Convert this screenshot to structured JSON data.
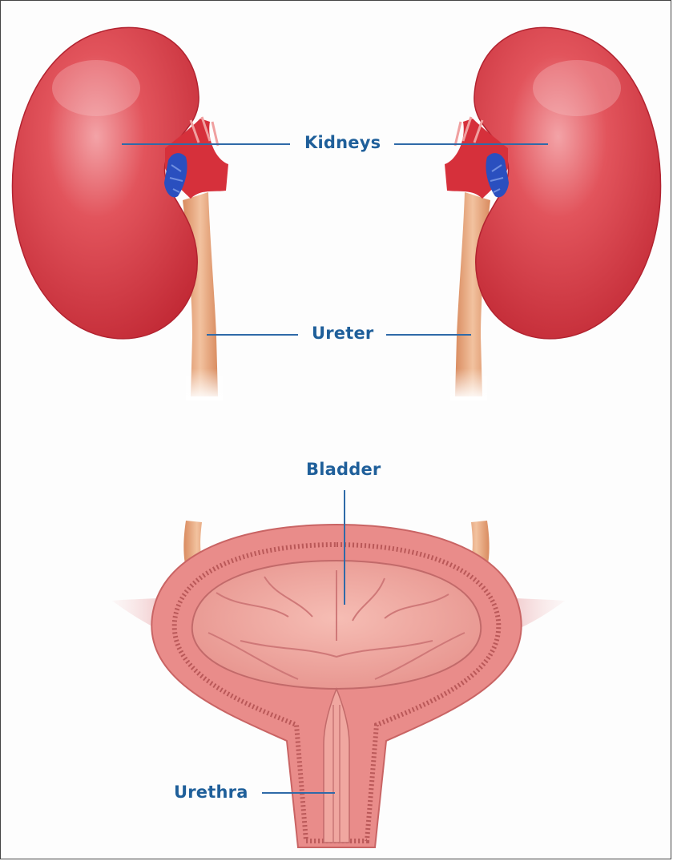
{
  "labels": {
    "kidneys": "Kidneys",
    "ureter": "Ureter",
    "bladder": "Bladder",
    "urethra": "Urethra"
  },
  "colors": {
    "label_text": "#1f5f9a",
    "leader_line": "#2f6aa8",
    "kidney": "#d63a44",
    "kidney_highlight": "#f19aa0",
    "renal_vessels": "#d0303a",
    "renal_vein": "#2a4fbf",
    "ureter": "#e3a275",
    "bladder_wall": "#e98c8a",
    "bladder_interior": "#f2aaa2"
  }
}
